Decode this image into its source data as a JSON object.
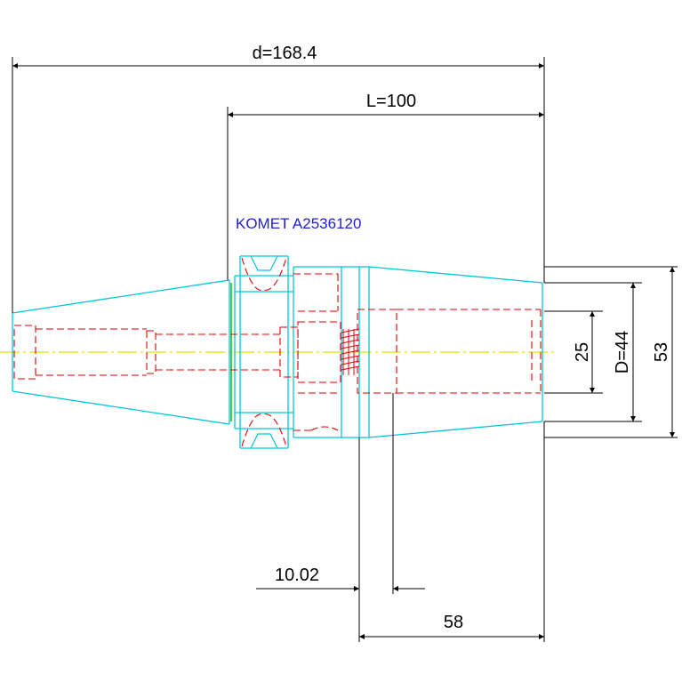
{
  "drawing": {
    "title": "KOMET A2536120",
    "dimensions": {
      "d": "d=168.4",
      "L": "L=100",
      "d25": "25",
      "D": "D=44",
      "d53": "53",
      "d1002": "10.02",
      "d58": "58"
    }
  },
  "colors": {
    "outline": "#00c8d8",
    "hidden": "#e00000",
    "centerline": "#e8e000",
    "dimension": "#000000",
    "title": "#2020d0",
    "highlight": "#00c000"
  }
}
